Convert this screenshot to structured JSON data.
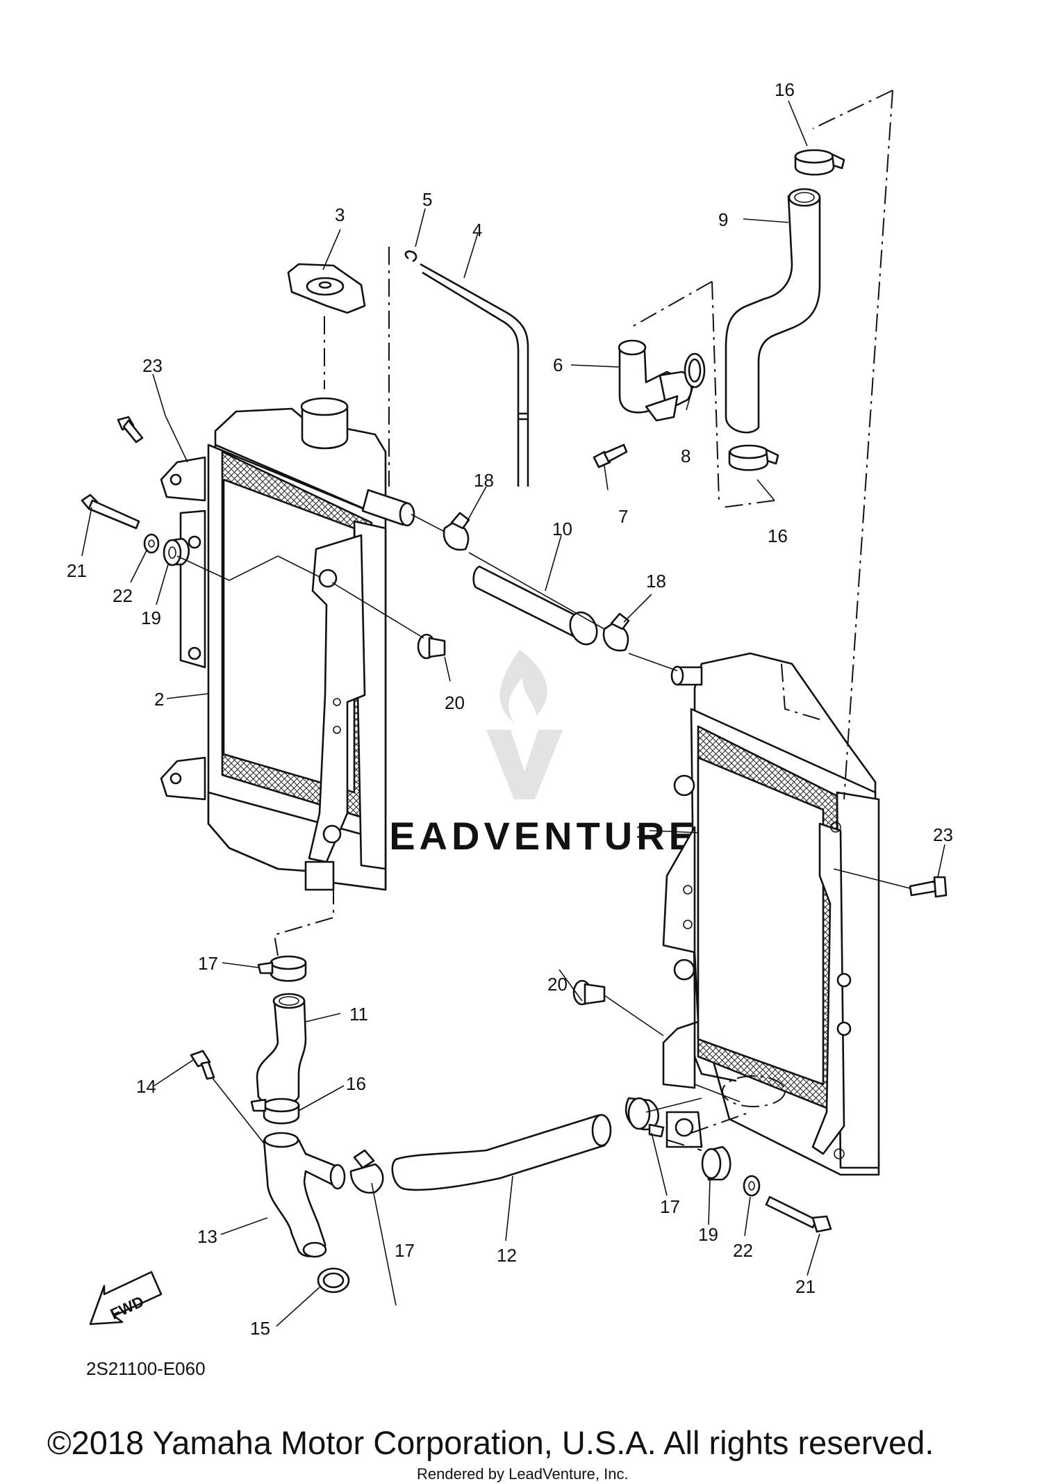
{
  "diagram": {
    "diagram_code": "2S21100-E060",
    "fwd_label": "FWD",
    "watermark_text": "LEADVENTURE",
    "copyright": "©2018 Yamaha Motor Corporation, U.S.A. All rights reserved.",
    "rendered_by": "Rendered by LeadVenture, Inc.",
    "callouts": [
      {
        "id": "c16a",
        "text": "16"
      },
      {
        "id": "c9",
        "text": "9"
      },
      {
        "id": "c5",
        "text": "5"
      },
      {
        "id": "c3",
        "text": "3"
      },
      {
        "id": "c4",
        "text": "4"
      },
      {
        "id": "c6",
        "text": "6"
      },
      {
        "id": "c8",
        "text": "8"
      },
      {
        "id": "c23a",
        "text": "23"
      },
      {
        "id": "c7",
        "text": "7"
      },
      {
        "id": "c16b",
        "text": "16"
      },
      {
        "id": "c18a",
        "text": "18"
      },
      {
        "id": "c10",
        "text": "10"
      },
      {
        "id": "c21a",
        "text": "21"
      },
      {
        "id": "c22a",
        "text": "22"
      },
      {
        "id": "c19a",
        "text": "19"
      },
      {
        "id": "c18b",
        "text": "18"
      },
      {
        "id": "c2",
        "text": "2"
      },
      {
        "id": "c20a",
        "text": "20"
      },
      {
        "id": "c1",
        "text": "1"
      },
      {
        "id": "c23b",
        "text": "23"
      },
      {
        "id": "c17a",
        "text": "17"
      },
      {
        "id": "c11",
        "text": "11"
      },
      {
        "id": "c20b",
        "text": "20"
      },
      {
        "id": "c14",
        "text": "14"
      },
      {
        "id": "c16c",
        "text": "16"
      },
      {
        "id": "c13",
        "text": "13"
      },
      {
        "id": "c17b",
        "text": "17"
      },
      {
        "id": "c12",
        "text": "12"
      },
      {
        "id": "c17c",
        "text": "17"
      },
      {
        "id": "c19b",
        "text": "19"
      },
      {
        "id": "c22b",
        "text": "22"
      },
      {
        "id": "c21b",
        "text": "21"
      },
      {
        "id": "c15",
        "text": "15"
      }
    ]
  }
}
